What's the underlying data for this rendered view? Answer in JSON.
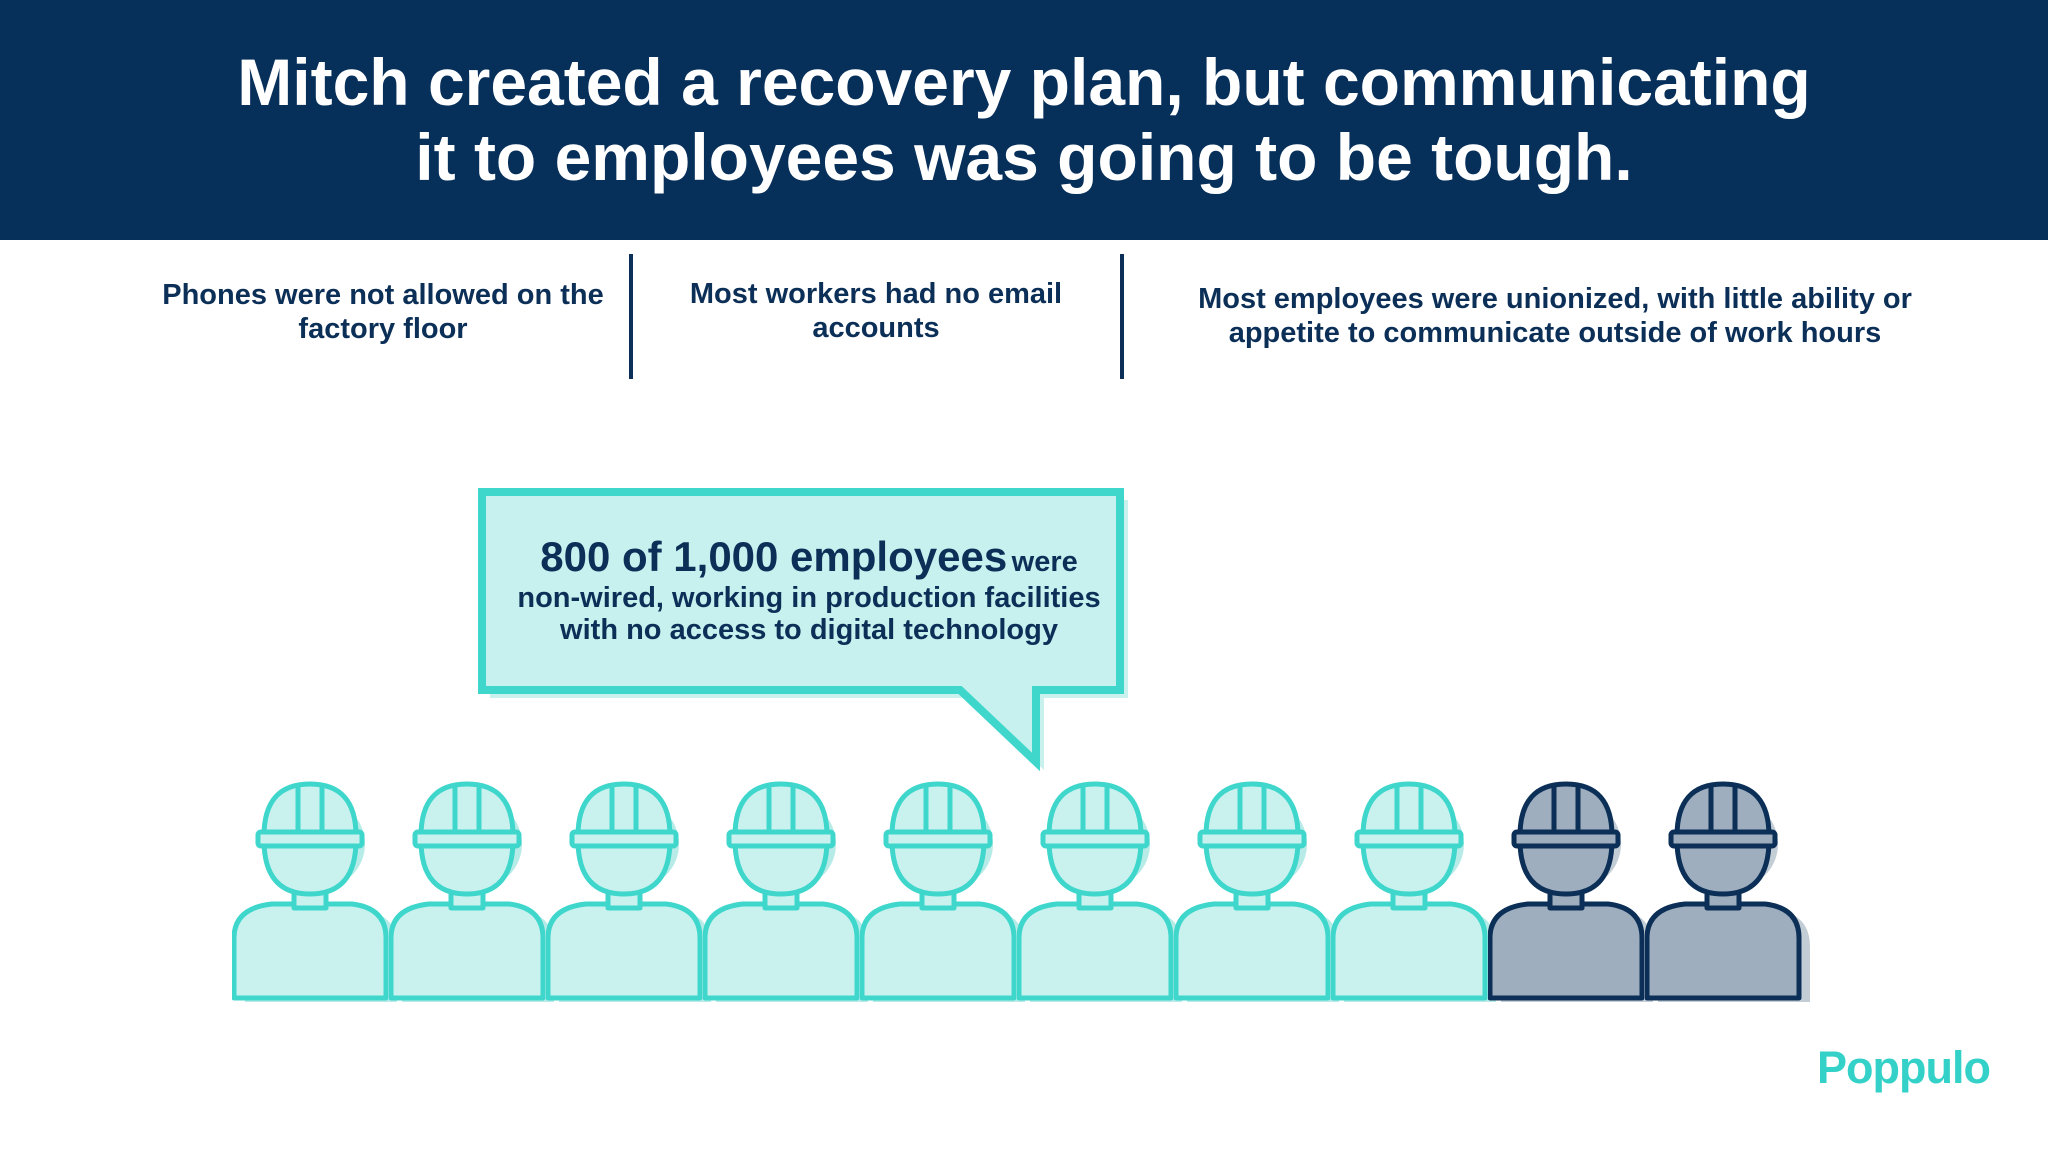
{
  "header": {
    "title": "Mitch created a recovery plan, but communicating\nit to employees was going to be tough.",
    "background_color": "#062f5a"
  },
  "barriers": [
    {
      "text": "Phones were not allowed on the factory floor"
    },
    {
      "text": "Most workers had no email accounts"
    },
    {
      "text": "Most employees were unionized, with little ability or appetite to communicate outside of work hours"
    }
  ],
  "callout": {
    "highlight": "800 of 1,000 employees",
    "rest_inline": "were",
    "rest_line1": "non-wired, working in production facilities",
    "rest_line2": "with no access to digital technology"
  },
  "workers": {
    "total_icons": 10,
    "non_wired_icons": 8,
    "non_wired_color": "#c9f2ef",
    "non_wired_outline": "#3fd6cc",
    "wired_color": "#9eaebe",
    "wired_outline": "#0b2f57",
    "icon": "hard-hat-worker-icon"
  },
  "brand": {
    "name": "Poppulo",
    "color": "#33d1c7"
  }
}
